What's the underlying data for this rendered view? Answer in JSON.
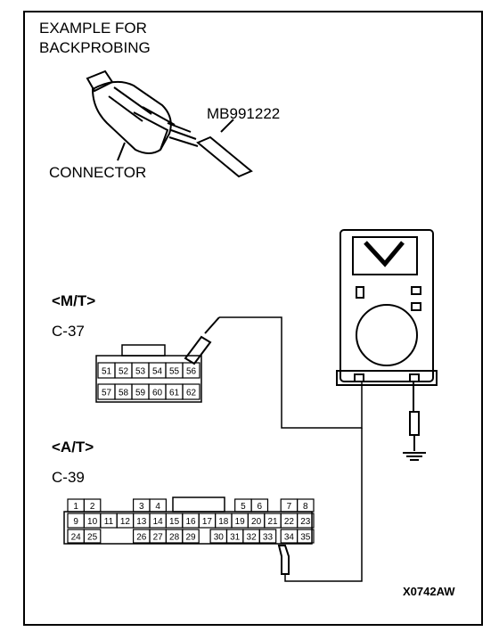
{
  "title": {
    "line1": "EXAMPLE FOR",
    "line2": "BACKPROBING"
  },
  "inset": {
    "tool": "MB991222",
    "connector": "CONNECTOR"
  },
  "mt": {
    "label": "<M/T>",
    "code": "C-37",
    "row1": [
      "51",
      "52",
      "53",
      "54",
      "55",
      "56"
    ],
    "row2": [
      "57",
      "58",
      "59",
      "60",
      "61",
      "62"
    ]
  },
  "at": {
    "label": "<A/T>",
    "code": "C-39",
    "row1": [
      "1",
      "2",
      "",
      "3",
      "4",
      "",
      "",
      "",
      "",
      "5",
      "6",
      "",
      "7",
      "8"
    ],
    "row2": [
      "9",
      "10",
      "11",
      "12",
      "13",
      "14",
      "15",
      "16",
      "17",
      "18",
      "19",
      "20",
      "21",
      "22",
      "23"
    ],
    "row3": [
      "24",
      "25",
      "",
      "26",
      "27",
      "28",
      "29",
      "",
      "30",
      "31",
      "32",
      "33",
      "",
      "34",
      "35"
    ]
  },
  "figure_id": "X0742AW"
}
